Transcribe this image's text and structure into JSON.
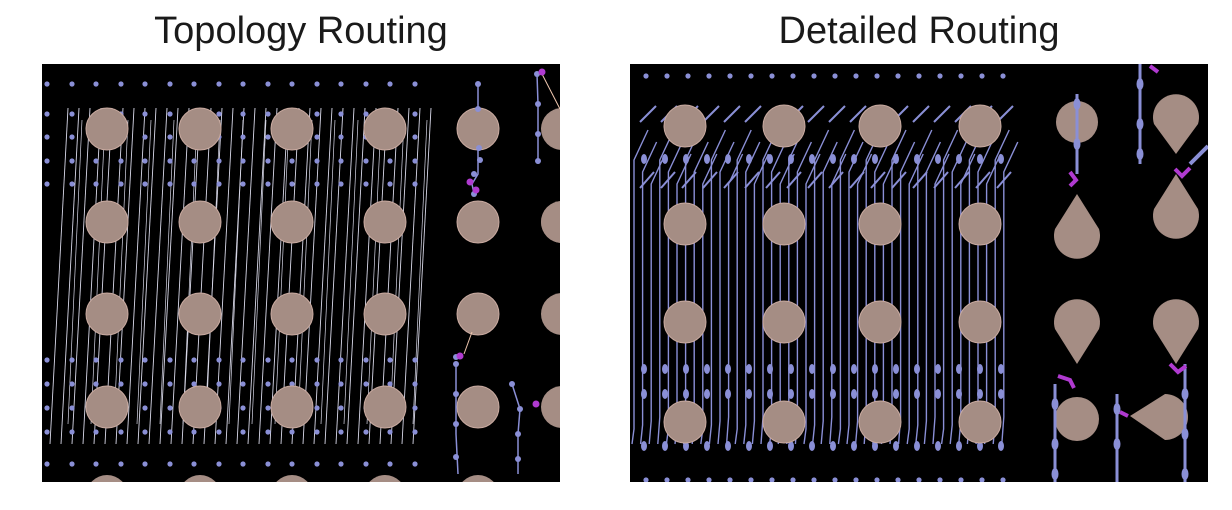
{
  "panels": [
    {
      "id": "topology",
      "title": "Topology Routing"
    },
    {
      "id": "detailed",
      "title": "Detailed Routing"
    }
  ],
  "colors": {
    "background": "#000000",
    "pad": "#a58d84",
    "pad_outline": "#c9aaa0",
    "via": "#8a8fd6",
    "trace_topology": "#d8d8e8",
    "trace_detailed": "#8a8fd6",
    "jog": "#b03ad0",
    "diagonal_wire": "#f0c8b0"
  }
}
